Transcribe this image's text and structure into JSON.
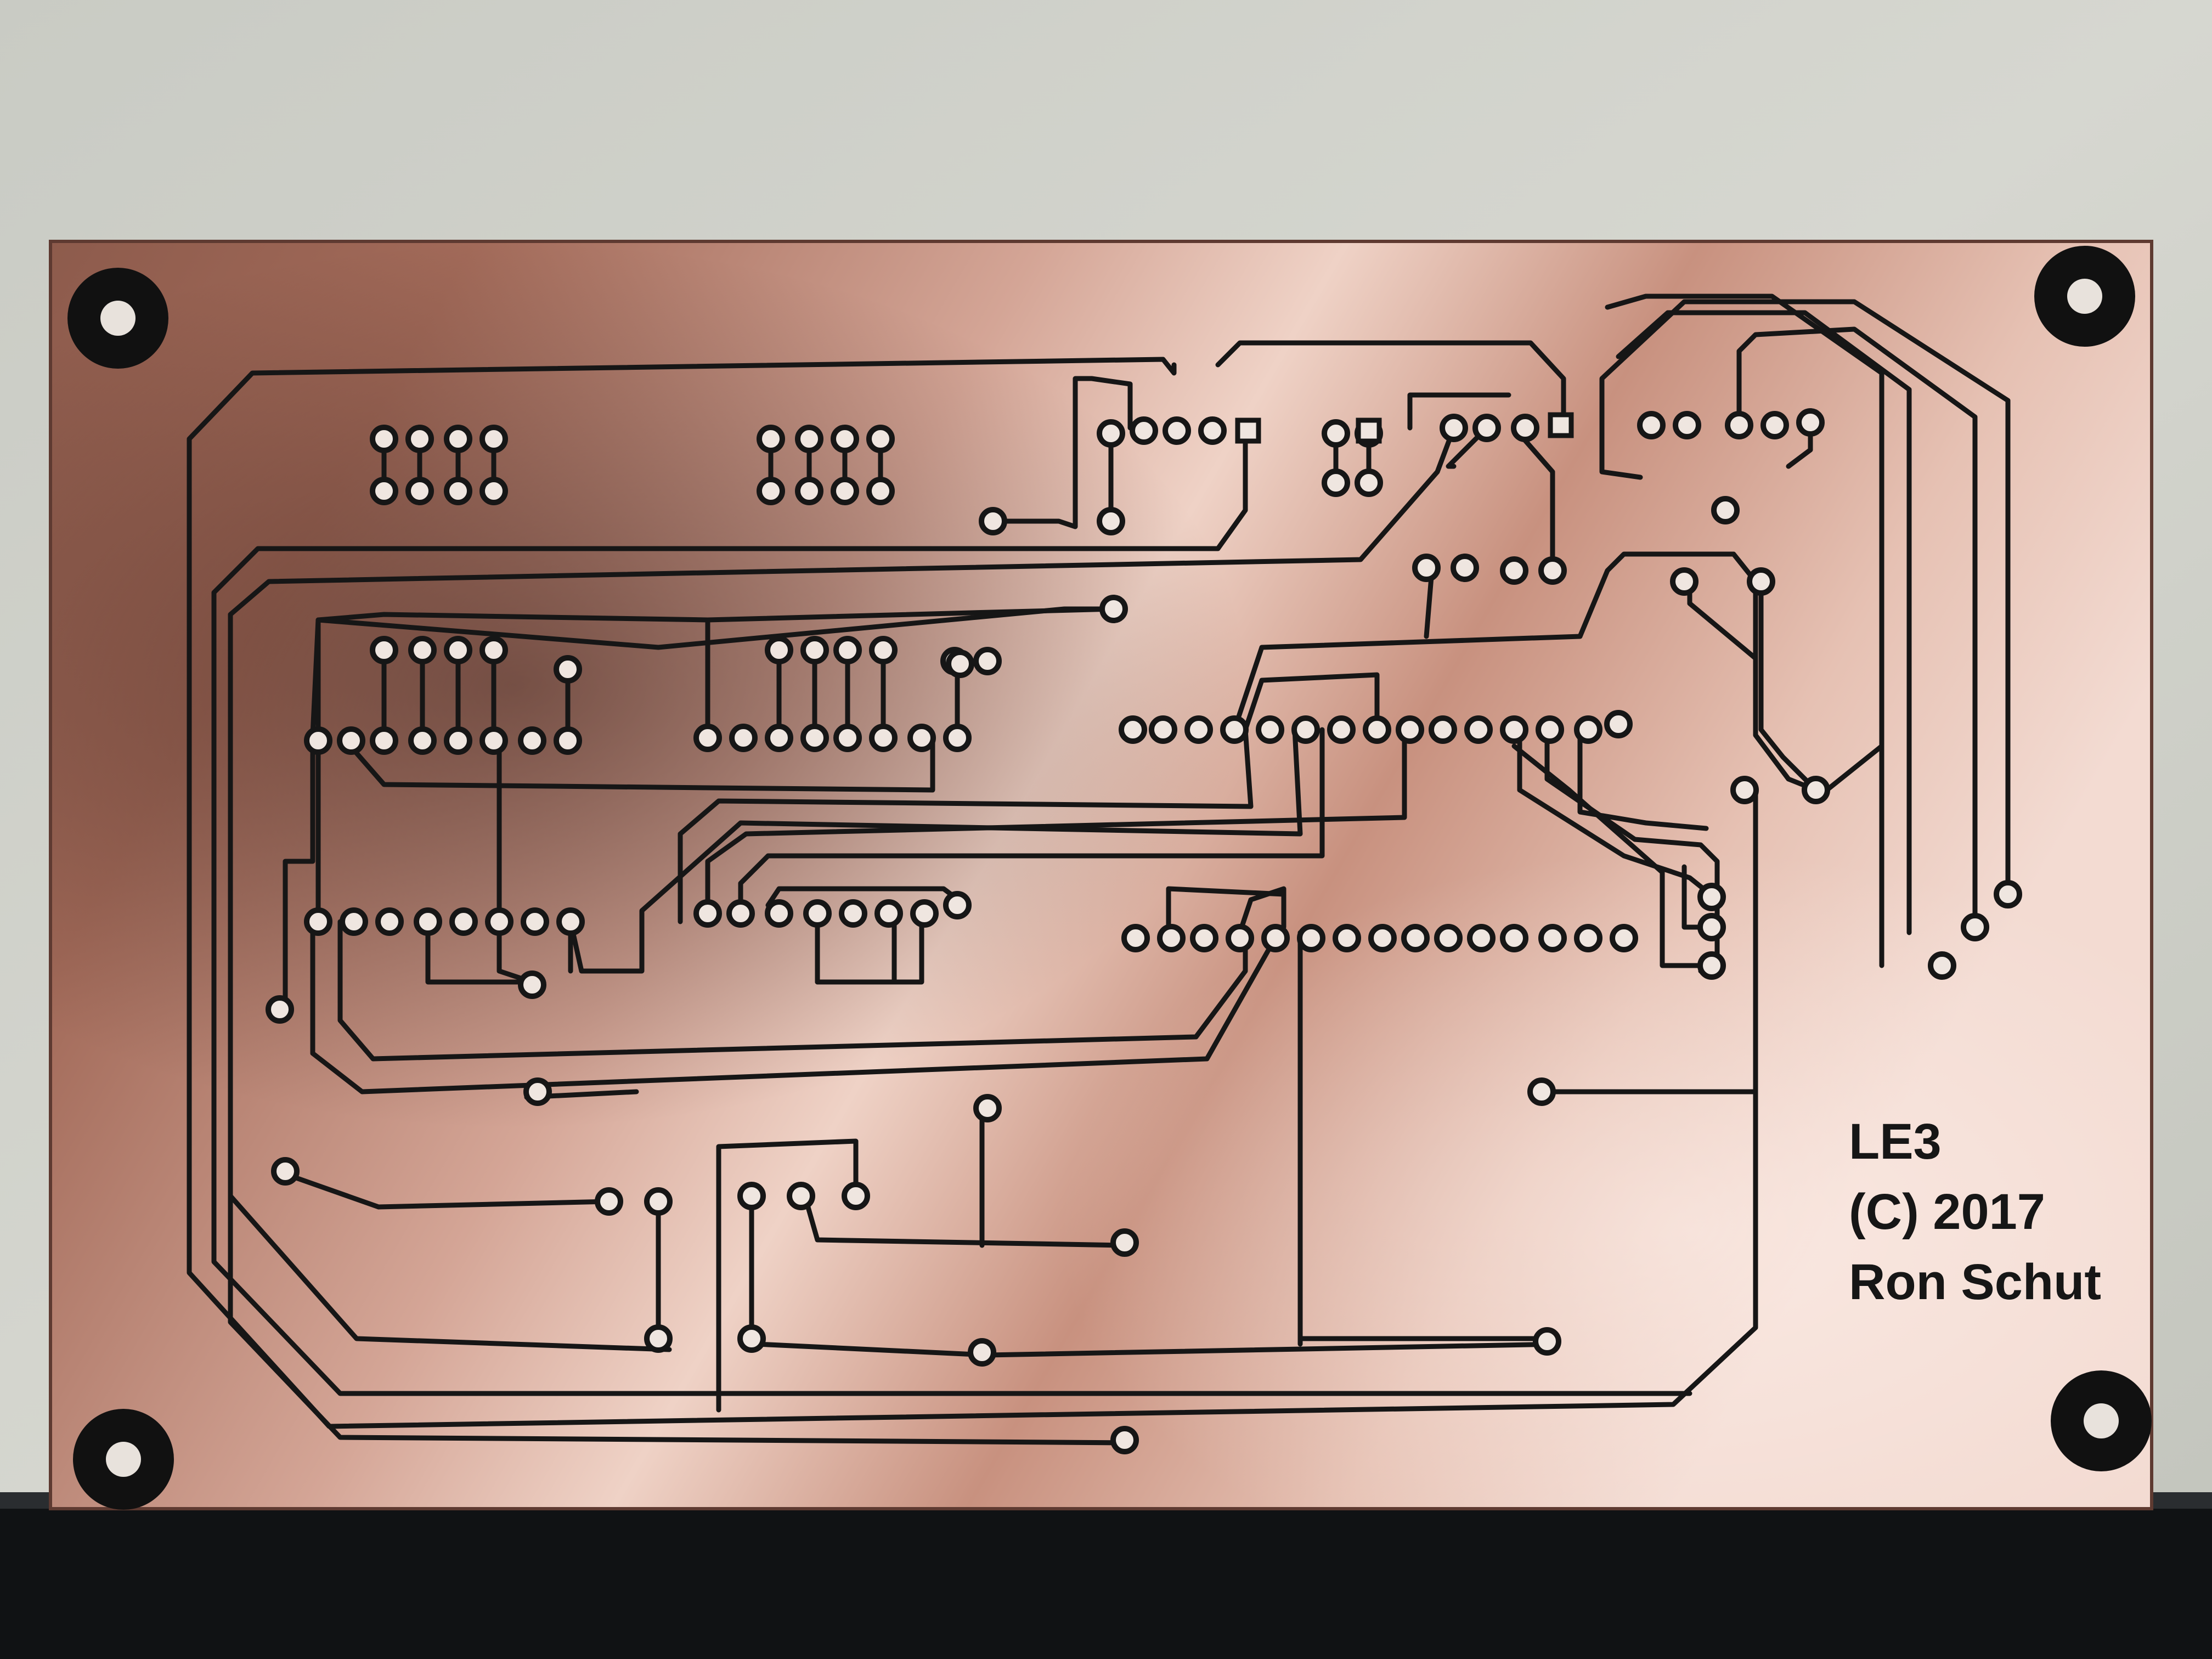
{
  "board": {
    "silkscreen": {
      "line1": "LE3",
      "line2": "(C) 2017",
      "line3": "Ron Schut"
    }
  },
  "colors": {
    "copper": "#c99584",
    "copper_dark": "#7a4a3e",
    "copper_light": "#f0d4c8",
    "trace": "#161616",
    "background_wall": "#cfd0c9",
    "bench": "#101214"
  },
  "features": {
    "mounting_holes": 4,
    "icons": [
      "mounting-hole-icon",
      "pad-icon",
      "square-pad-icon"
    ]
  }
}
